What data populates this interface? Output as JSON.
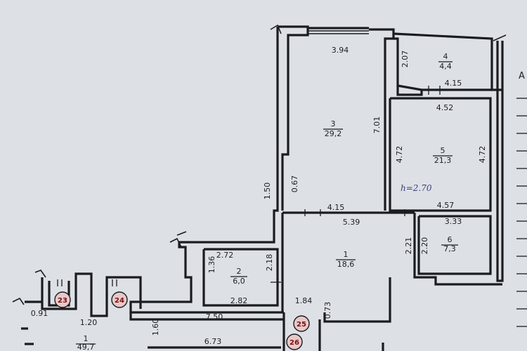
{
  "rooms": [
    {
      "number": "3",
      "area": "29,2"
    },
    {
      "number": "4",
      "area": "4,4"
    },
    {
      "number": "5",
      "area": "21,3"
    },
    {
      "number": "1",
      "area": "18,6"
    },
    {
      "number": "6",
      "area": "7,3"
    },
    {
      "number": "2",
      "area": "6,0"
    },
    {
      "number": "1",
      "area": "49,7"
    }
  ],
  "dimensions": {
    "r3_top": "3.94",
    "r3_right": "7.01",
    "r3_left": "0.67",
    "r3_left_low": "1.50",
    "r3_bottom": "4.15",
    "r4_left": "2.07",
    "r4_bottom": "4.15",
    "r5_top": "4.52",
    "r5_left": "4.72",
    "r5_right": "4.72",
    "r5_bottom": "4.57",
    "r1_top": "5.39",
    "r1_right_a": "2.21",
    "r1_right_b": "2.20",
    "r6_top": "3.33",
    "r2_top": "2.72",
    "r2_left": "1.36",
    "r2_right": "2.18",
    "r2_bottom": "2.82",
    "corr_top": "1.84",
    "corr_side": "0.73",
    "hall_length": "7.50",
    "hall_height": "1.60",
    "bottom_length": "6.73",
    "left_a": "0.91",
    "left_b": "1.20"
  },
  "handwriting": "h=2.70",
  "markers": [
    "23",
    "24",
    "25",
    "26"
  ],
  "edge_letter": "A"
}
